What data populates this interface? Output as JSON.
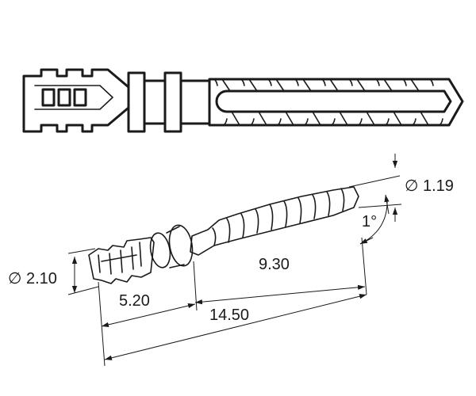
{
  "dimensions": {
    "tip_diameter": "∅ 1.19",
    "tip_angle": "1°",
    "base_diameter": "∅ 2.10",
    "threaded_length": "9.30",
    "base_length": "5.20",
    "overall_length": "14.50"
  }
}
